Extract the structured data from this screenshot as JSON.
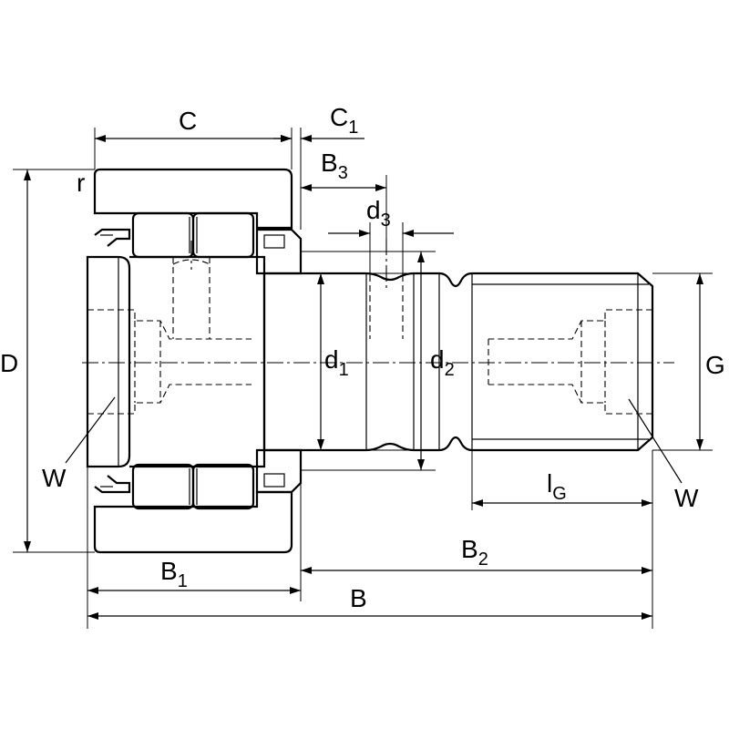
{
  "labels": {
    "C": {
      "base": "C",
      "sub": ""
    },
    "C1": {
      "base": "C",
      "sub": "1"
    },
    "B3": {
      "base": "B",
      "sub": "3"
    },
    "d3": {
      "base": "d",
      "sub": "3"
    },
    "r": {
      "base": "r",
      "sub": ""
    },
    "D": {
      "base": "D",
      "sub": ""
    },
    "d1": {
      "base": "d",
      "sub": "1"
    },
    "d2": {
      "base": "d",
      "sub": "2"
    },
    "G": {
      "base": "G",
      "sub": ""
    },
    "W_left": {
      "base": "W",
      "sub": ""
    },
    "W_right": {
      "base": "W",
      "sub": ""
    },
    "lG": {
      "base": "l",
      "sub": "G"
    },
    "B1": {
      "base": "B",
      "sub": "1"
    },
    "B2": {
      "base": "B",
      "sub": "2"
    },
    "B": {
      "base": "B",
      "sub": ""
    }
  },
  "colors": {
    "line": "#000000",
    "background": "#ffffff"
  }
}
